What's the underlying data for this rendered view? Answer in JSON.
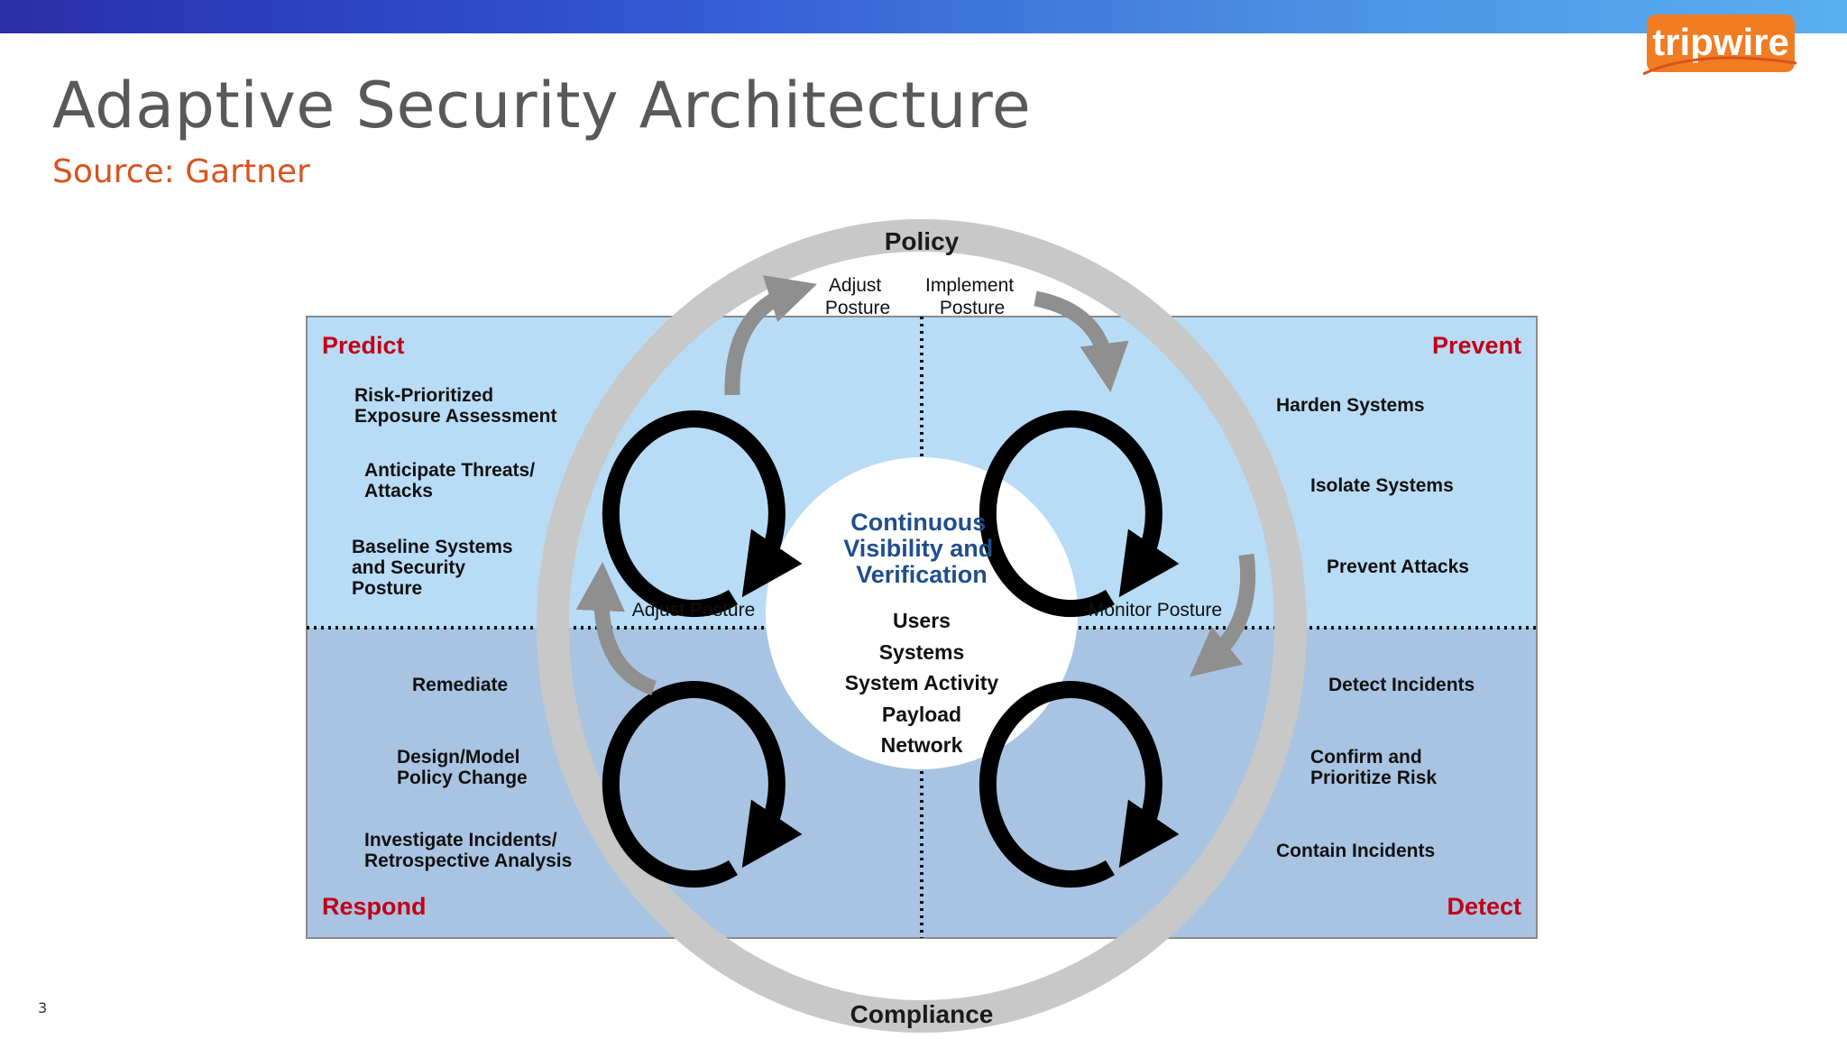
{
  "logo": {
    "text": "tripwire"
  },
  "slide": {
    "title": "Adaptive Security Architecture",
    "subtitle": "Source: Gartner",
    "page_number": "3"
  },
  "diagram": {
    "ring": {
      "top": "Policy",
      "bottom": "Compliance"
    },
    "arrows": {
      "adjust_top": [
        "Adjust",
        "Posture"
      ],
      "implement_top": [
        "Implement",
        "Posture"
      ],
      "adjust_left": "Adjust Posture",
      "monitor_right": "Monitor Posture"
    },
    "center": {
      "title": [
        "Continuous",
        "Visibility and",
        "Verification"
      ],
      "items": [
        "Users",
        "Systems",
        "System Activity",
        "Payload",
        "Network"
      ]
    },
    "quadrants": {
      "predict": {
        "label": "Predict",
        "items": [
          [
            "Risk-Prioritized",
            "Exposure Assessment"
          ],
          [
            "Anticipate Threats/",
            "Attacks"
          ],
          [
            "Baseline Systems",
            "and Security",
            "Posture"
          ]
        ]
      },
      "prevent": {
        "label": "Prevent",
        "items": [
          [
            "Harden Systems"
          ],
          [
            "Isolate Systems"
          ],
          [
            "Prevent Attacks"
          ]
        ]
      },
      "respond": {
        "label": "Respond",
        "items": [
          [
            "Remediate"
          ],
          [
            "Design/Model",
            "Policy Change"
          ],
          [
            "Investigate Incidents/",
            "Retrospective Analysis"
          ]
        ]
      },
      "detect": {
        "label": "Detect",
        "items": [
          [
            "Detect Incidents"
          ],
          [
            "Confirm and",
            "Prioritize Risk"
          ],
          [
            "Contain Incidents"
          ]
        ]
      }
    }
  },
  "colors": {
    "top_quadrant": "#b9dcf6",
    "bottom_quadrant": "#a9c4e2",
    "ring": "#c8c8c8",
    "corner_label": "#c00018",
    "center_title": "#1f4e8c",
    "subtitle": "#d9531e",
    "logo_orange": "#f07d22"
  }
}
